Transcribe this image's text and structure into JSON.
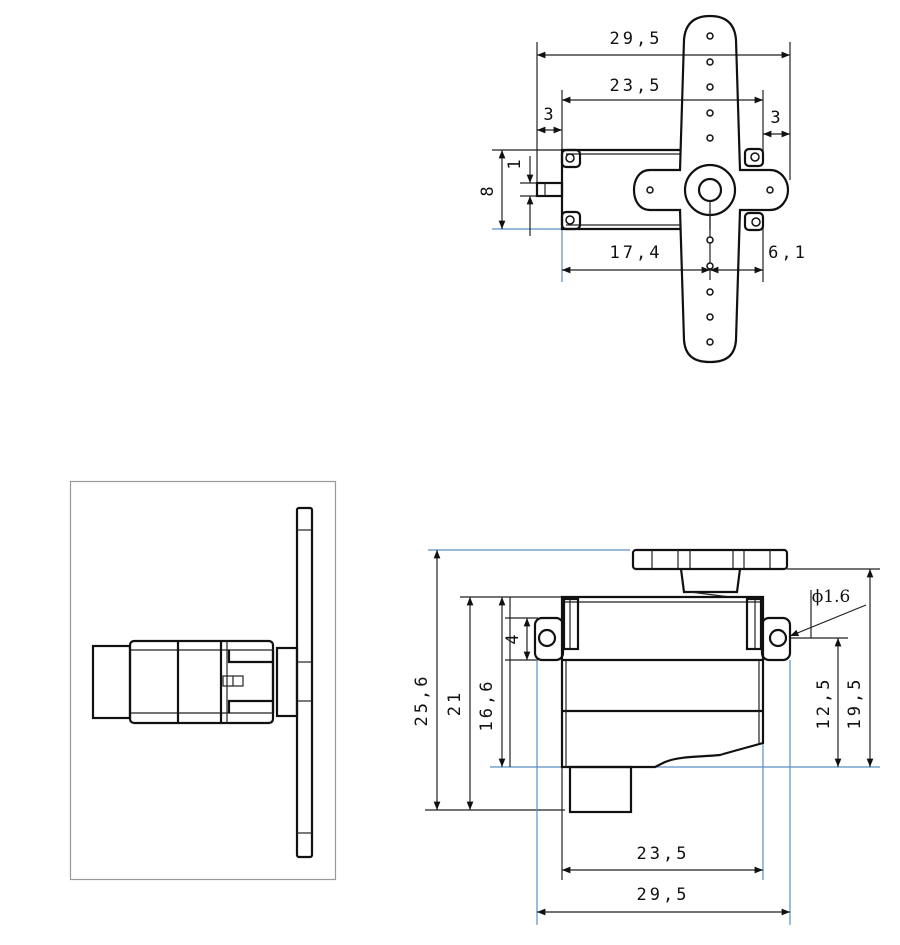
{
  "top_view": {
    "dims": {
      "overall_width": "29,5",
      "body_width": "23,5",
      "left_ear": "3",
      "right_ear": "3",
      "body_depth": "8",
      "connector_offset": "1",
      "shaft_from_left": "17,4",
      "shaft_to_right": "6,1"
    }
  },
  "front_view": {
    "dims": {
      "total_height": "25,6",
      "body_plus_stub": "21",
      "body_height": "16,6",
      "ear_thickness": "4",
      "hole_diameter": "ϕ1.6",
      "ear_height": "12,5",
      "horn_height": "19,5",
      "body_width": "23,5",
      "overall_width": "29,5"
    }
  },
  "colors": {
    "lines": "#111111",
    "extension_lines": "#5b8fc4",
    "frame": "#999999"
  }
}
